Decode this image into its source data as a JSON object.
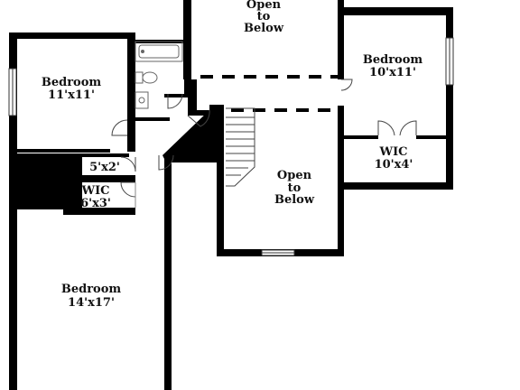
{
  "rooms": [
    {
      "name": "Open",
      "line2": "to",
      "line3": "Below"
    },
    {
      "name": "Bedroom",
      "dims": "10'x11'"
    },
    {
      "name": "Bedroom",
      "dims": "11'x11'"
    },
    {
      "name": "Open",
      "line2": "to",
      "line3": "Below"
    },
    {
      "name": "WIC",
      "dims": "10'x4'"
    },
    {
      "name": "5'x2'"
    },
    {
      "name": "WIC",
      "dims": "6'x3'"
    },
    {
      "name": "Bedroom",
      "dims": "14'x17'"
    }
  ],
  "colors": {
    "wall": "#000000",
    "background": "#ffffff",
    "fixture": "#666666"
  }
}
